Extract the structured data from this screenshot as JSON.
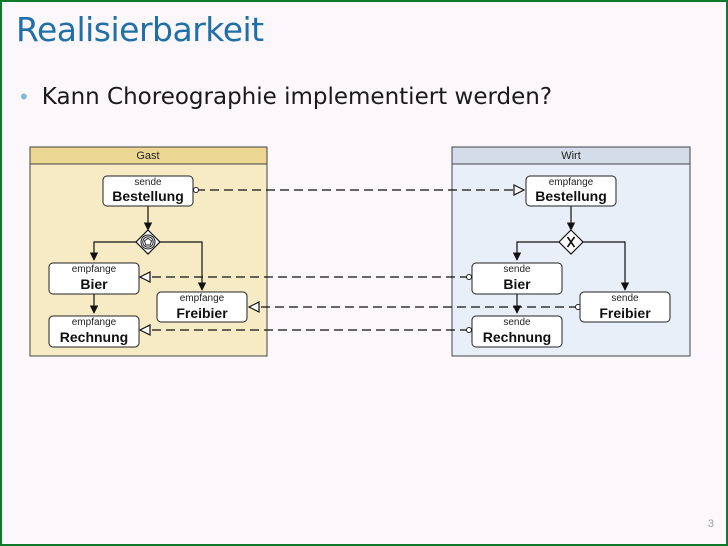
{
  "slide": {
    "title": "Realisierbarkeit",
    "bullet": "Kann Choreographie implementiert werden?",
    "page_number": "3"
  },
  "lanes": {
    "left": {
      "label": "Gast"
    },
    "right": {
      "label": "Wirt"
    }
  },
  "tasks": {
    "gast_bestellung": {
      "kind": "sende",
      "name": "Bestellung"
    },
    "gast_bier": {
      "kind": "empfange",
      "name": "Bier"
    },
    "gast_freibier": {
      "kind": "empfange",
      "name": "Freibier"
    },
    "gast_rechnung": {
      "kind": "empfange",
      "name": "Rechnung"
    },
    "wirt_bestellung": {
      "kind": "empfange",
      "name": "Bestellung"
    },
    "wirt_bier": {
      "kind": "sende",
      "name": "Bier"
    },
    "wirt_freibier": {
      "kind": "sende",
      "name": "Freibier"
    },
    "wirt_rechnung": {
      "kind": "sende",
      "name": "Rechnung"
    }
  },
  "colors": {
    "frame": "#0d7a2a",
    "title": "#1f6fa8",
    "bullet": "#7fb7d9",
    "gast_fill": "#f6ebc4",
    "gast_header": "#ecd792",
    "wirt_fill": "#e9eff8",
    "wirt_header": "#d3dce8"
  },
  "icons": {
    "event_gateway": "event-based-gateway-icon",
    "exclusive_gateway": "exclusive-gateway-icon"
  }
}
